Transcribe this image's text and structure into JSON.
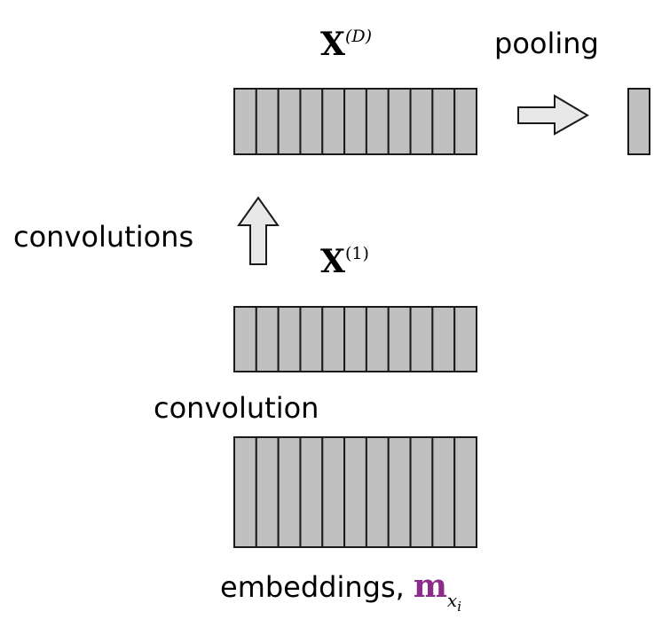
{
  "labels": {
    "pooling": "pooling",
    "convolutions": "convolutions",
    "convolution": "convolution",
    "embeddings": "embeddings,"
  },
  "math": {
    "xd_base": "X",
    "xd_sup": "(D)",
    "x1_base": "X",
    "x1_sup": "(1)",
    "m_base": "m",
    "m_sub_x": "x",
    "m_sub_i": "i"
  },
  "colors": {
    "cell_fill": "#c0c0c0",
    "arrow_fill": "#e8e8e8",
    "stroke": "#1a1a1a",
    "text": "#000000",
    "m_accent": "#8b2c8b"
  },
  "layers": {
    "top": {
      "cells": 11
    },
    "middle": {
      "cells": 11
    },
    "bottom": {
      "cells": 11
    },
    "pooled": {
      "cells": 1
    }
  }
}
